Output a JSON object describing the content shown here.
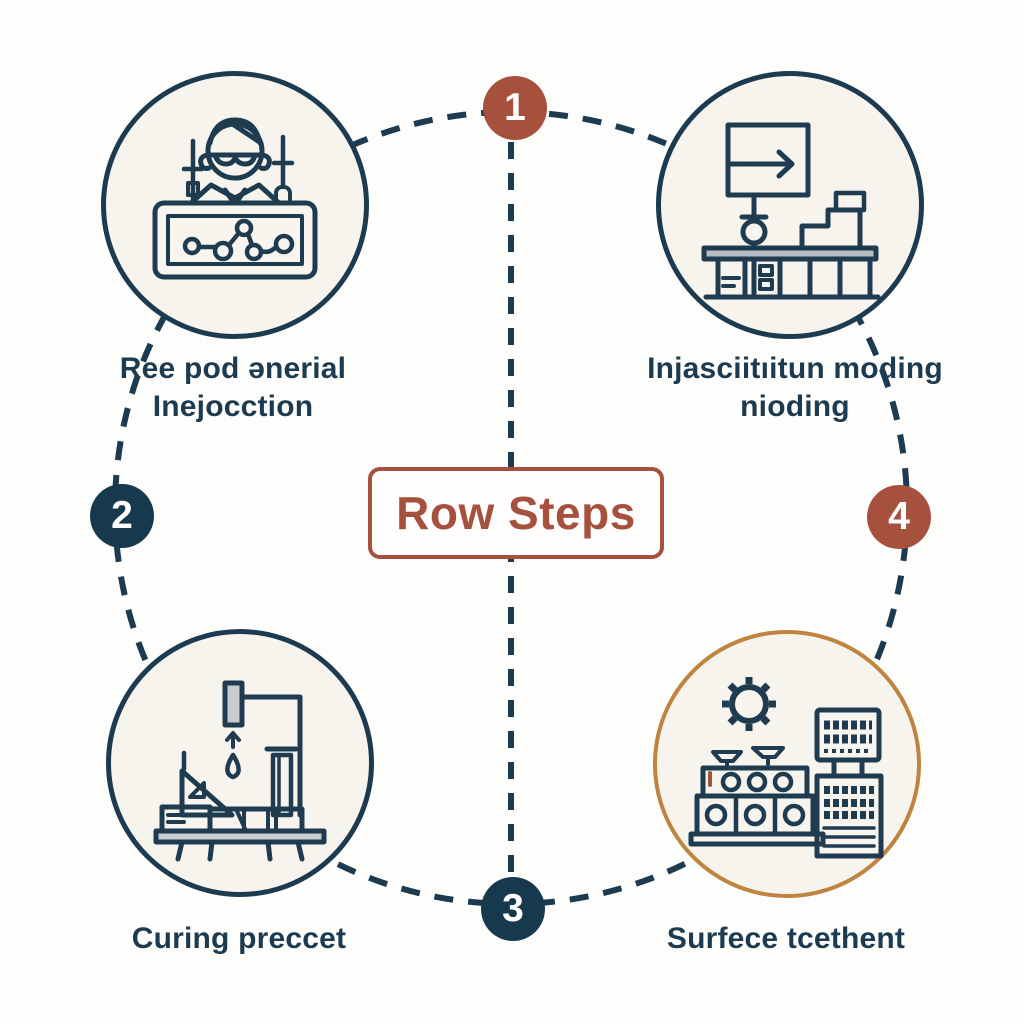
{
  "diagram": {
    "center_title": "Row Steps",
    "nodes": [
      {
        "position": "top-left",
        "label": "Ree pod ǝnerial\nInejocction",
        "icon": "scientist-process-board-icon"
      },
      {
        "position": "top-right",
        "label": "Injasciitıitun moding\nnioding",
        "icon": "injection-molding-machine-icon"
      },
      {
        "position": "bottom-left",
        "label": "Curing preccet",
        "icon": "curing-dispenser-machine-icon"
      },
      {
        "position": "bottom-right",
        "label": "Surfece tcethent",
        "icon": "surface-treatment-equipment-icon"
      }
    ],
    "badges": [
      {
        "number": "1",
        "position": "top",
        "color": "#a6503e"
      },
      {
        "number": "2",
        "position": "left",
        "color": "#17394e"
      },
      {
        "number": "3",
        "position": "bottom",
        "color": "#17394e"
      },
      {
        "number": "4",
        "position": "right",
        "color": "#a6503e"
      }
    ],
    "colors": {
      "line_navy": "#1d3b50",
      "accent_brick": "#a6503e",
      "accent_tan": "#bf8440",
      "node_fill": "#f7f4ee",
      "background": "#fdfdfb"
    }
  }
}
